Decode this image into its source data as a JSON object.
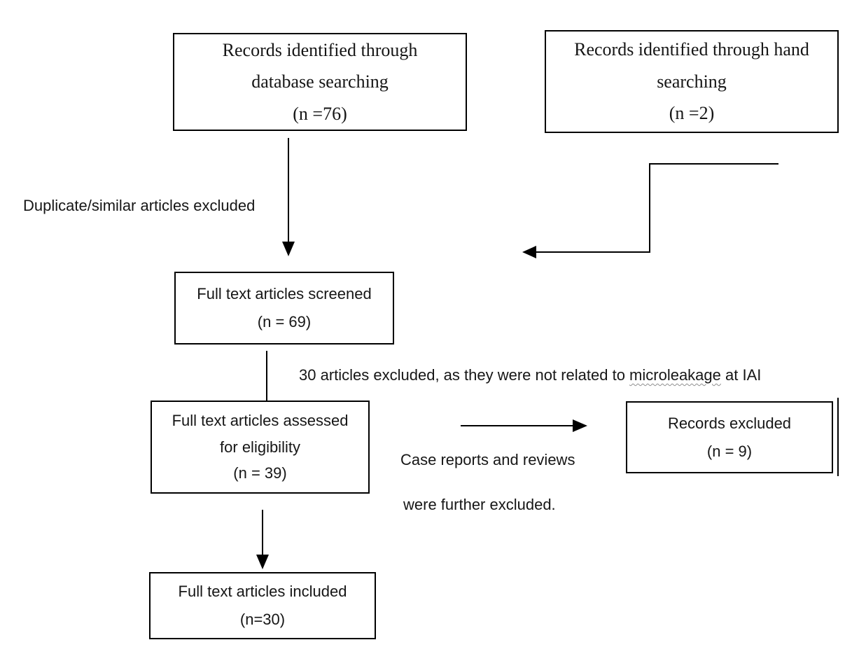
{
  "page": {
    "background": "#ffffff"
  },
  "diagram": {
    "type": "flowchart",
    "title_semantic": "article screening flow diagram",
    "boxes": {
      "database_search": {
        "lines": [
          "Records identified through",
          "database searching",
          "(n =76)"
        ]
      },
      "hand_search": {
        "lines": [
          "Records identified through hand",
          "searching",
          "(n =2)"
        ]
      },
      "screened": {
        "lines": [
          "Full text articles screened",
          "(n = 69)"
        ]
      },
      "assessed": {
        "lines": [
          "Full text articles assessed",
          "for eligibility",
          "(n = 39)"
        ]
      },
      "records_excluded": {
        "lines": [
          "Records excluded",
          "(n = 9)"
        ]
      },
      "included": {
        "lines": [
          "Full text articles included",
          "(n=30)"
        ]
      }
    },
    "annotations": {
      "duplicate_excluded": "Duplicate/similar articles excluded",
      "excluded_30": {
        "prefix": "30 articles excluded, as they were not related to ",
        "underlined_word": "microleakage",
        "suffix": " at IAI"
      },
      "case_reports": {
        "line1": "Case reports and reviews",
        "line2": "were further excluded."
      }
    },
    "colors": {
      "stroke": "#000000",
      "text": "#161616",
      "squiggle": "#8f8f8f",
      "background": "#ffffff"
    }
  }
}
